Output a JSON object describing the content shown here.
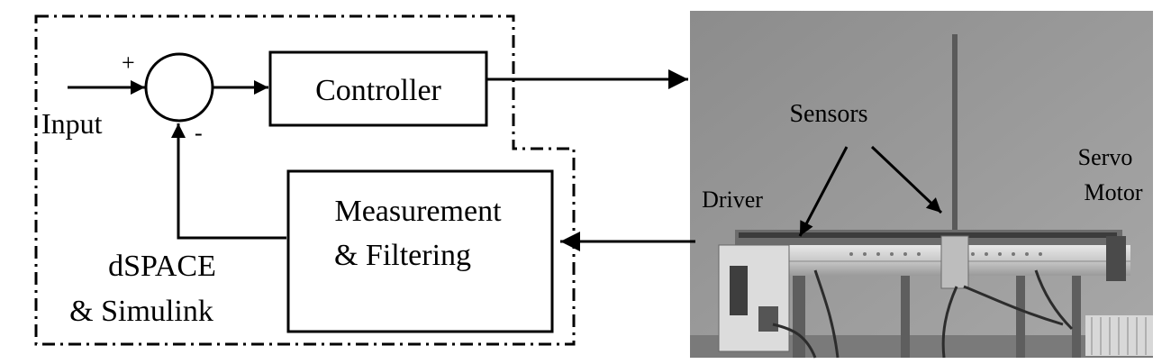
{
  "labels": {
    "input": "Input",
    "plus": "+",
    "minus": "-",
    "controller": "Controller",
    "measurement_line1": "Measurement",
    "measurement_line2": "& Filtering",
    "dspace_line1": "dSPACE",
    "dspace_line2": "& Simulink",
    "sensors": "Sensors",
    "driver": "Driver",
    "servo_line1": "Servo",
    "servo_line2": "Motor"
  }
}
